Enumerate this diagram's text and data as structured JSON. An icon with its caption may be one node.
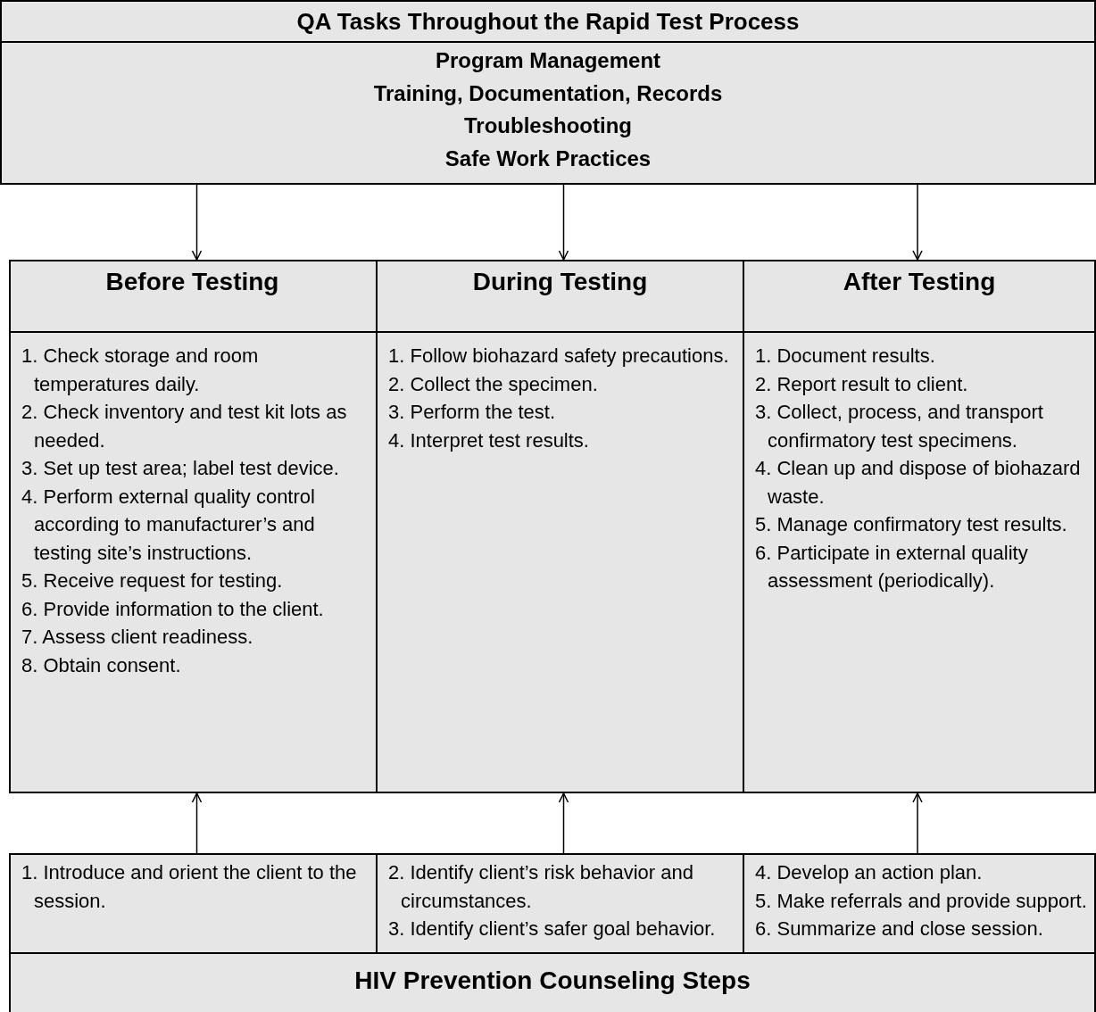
{
  "diagram": {
    "nodes": [
      {
        "text": [
          "QA Tasks Throughout the Rapid Test Process",
          "Program Management",
          "Training, Documentation, Records",
          "Troubleshooting",
          "Safe Work Practices"
        ]
      },
      {
        "text": [
          "Before Testing",
          "1. Check storage and room temperatures daily.",
          "2. Check inventory and test kit lots as needed.",
          "3. Set up test area; label test device.",
          "4. Perform external quality control according to manufacturer’s and testing site’s instructions.",
          "5. Receive request for testing.",
          "6. Provide information to the client.",
          "7. Assess client readiness.",
          "8. Obtain consent."
        ]
      },
      {
        "text": [
          "During Testing",
          "1. Follow biohazard safety precautions.",
          "2. Collect the specimen.",
          "3. Perform the test.",
          "4. Interpret test results."
        ]
      },
      {
        "text": [
          "After Testing",
          "1. Document results.",
          "2. Report result to client.",
          "3. Collect, process, and transport confirmatory test specimens.",
          "4. Clean up and dispose of biohazard waste.",
          "5. Manage confirmatory test results.",
          "6. Participate in external quality assessment (periodically)."
        ]
      },
      {
        "text": [
          "1. Introduce and orient the client to the session."
        ]
      },
      {
        "text": [
          "2. Identify client’s risk behavior and circumstances.",
          "3. Identify client’s safer goal behavior."
        ]
      },
      {
        "text": [
          "4. Develop an action plan.",
          "5. Make referrals and provide support.",
          "6. Summarize and close session."
        ]
      },
      {
        "text": [
          "HIV Prevention Counseling Steps"
        ]
      }
    ],
    "edges": [
      {
        "from": 0,
        "to": 1,
        "arrow": "to"
      },
      {
        "from": 0,
        "to": 2,
        "arrow": "to"
      },
      {
        "from": 0,
        "to": 3,
        "arrow": "to"
      },
      {
        "from": 4,
        "to": 1,
        "arrow": "to"
      },
      {
        "from": 5,
        "to": 2,
        "arrow": "to"
      },
      {
        "from": 6,
        "to": 3,
        "arrow": "to"
      }
    ]
  }
}
